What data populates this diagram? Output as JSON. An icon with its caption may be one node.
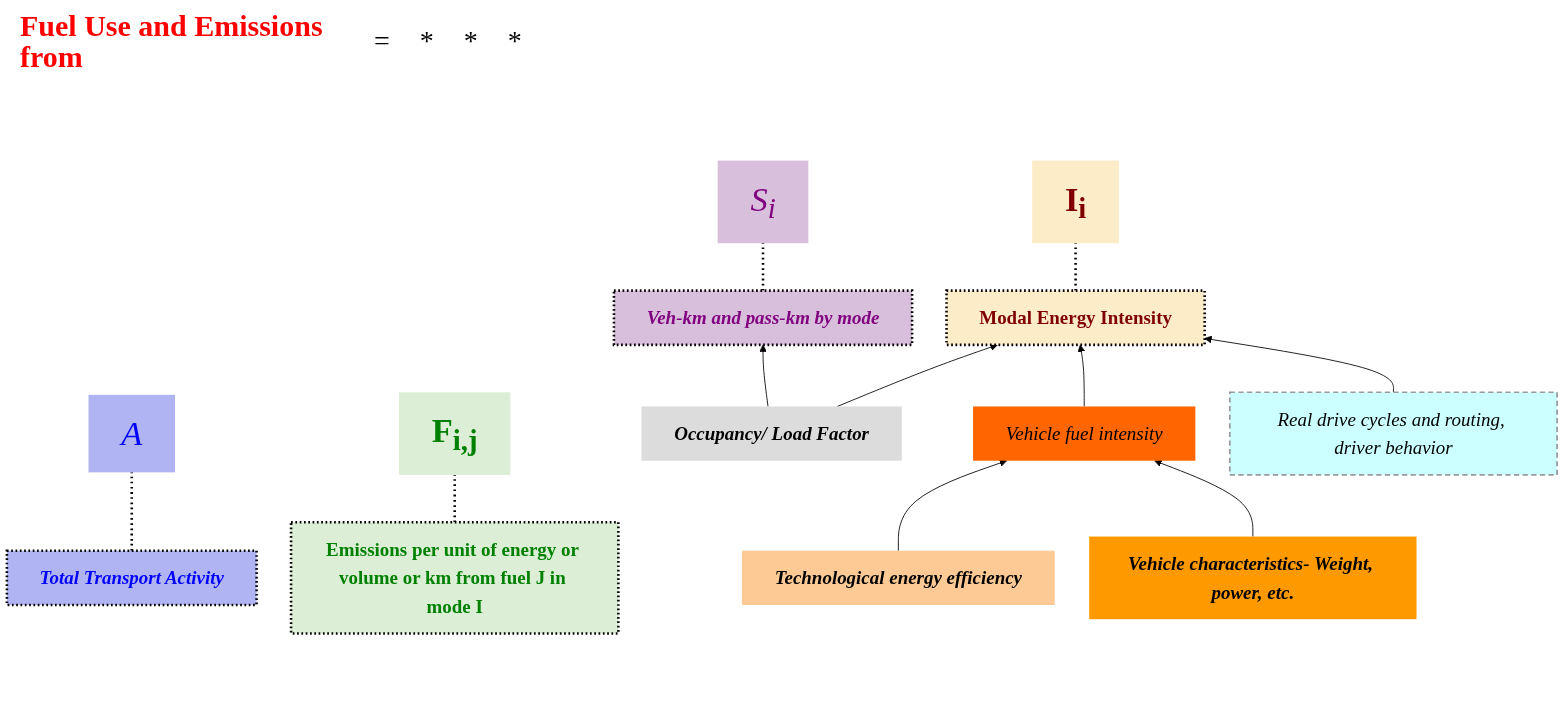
{
  "diagram": {
    "title": "Fuel Use and Emissions from",
    "nodes": [
      {
        "text": [
          "A"
        ]
      },
      {
        "text": [
          "S$_{i}$"
        ]
      },
      {
        "text": [
          "I$_{i}$"
        ]
      },
      {
        "text": [
          "F$_{i,j}$"
        ]
      },
      {
        "text": [
          "Total Transport Activity"
        ]
      },
      {
        "text": [
          "Veh-km and pass-km by mode"
        ]
      },
      {
        "text": [
          "Emissions per unit of energy or volume or km from fuel J in mode I"
        ]
      },
      {
        "text": [
          "Occupancy/ Load Factor"
        ]
      },
      {
        "text": [
          "Modal Energy Intensity"
        ]
      },
      {
        "text": [
          "Technological energy efficiency"
        ]
      },
      {
        "text": [
          "Vehicle fuel intensity"
        ]
      },
      {
        "text": [
          "Vehicle characteristics- Weight, power, etc."
        ]
      },
      {
        "text": [
          "Real drive cycles and routing, driver behavior"
        ]
      }
    ],
    "edges": [
      {
        "from": 0,
        "to": 4,
        "arrow": "none",
        "style": "dashed"
      },
      {
        "from": 1,
        "to": 5,
        "arrow": "none",
        "style": "dashed"
      },
      {
        "from": 2,
        "to": 8,
        "arrow": "none",
        "style": "dashed"
      },
      {
        "from": 3,
        "to": 6,
        "arrow": "none",
        "style": "dashed"
      },
      {
        "from": 7,
        "to": 5,
        "arrow": "to"
      },
      {
        "from": 7,
        "to": 8,
        "arrow": "to"
      },
      {
        "from": 9,
        "to": 10,
        "arrow": "to"
      },
      {
        "from": 11,
        "to": 10,
        "arrow": "to"
      },
      {
        "from": 10,
        "to": 8,
        "arrow": "to"
      },
      {
        "from": 12,
        "to": 8,
        "arrow": "to"
      }
    ],
    "labels": [
      "=",
      "*",
      "*",
      "*"
    ]
  }
}
